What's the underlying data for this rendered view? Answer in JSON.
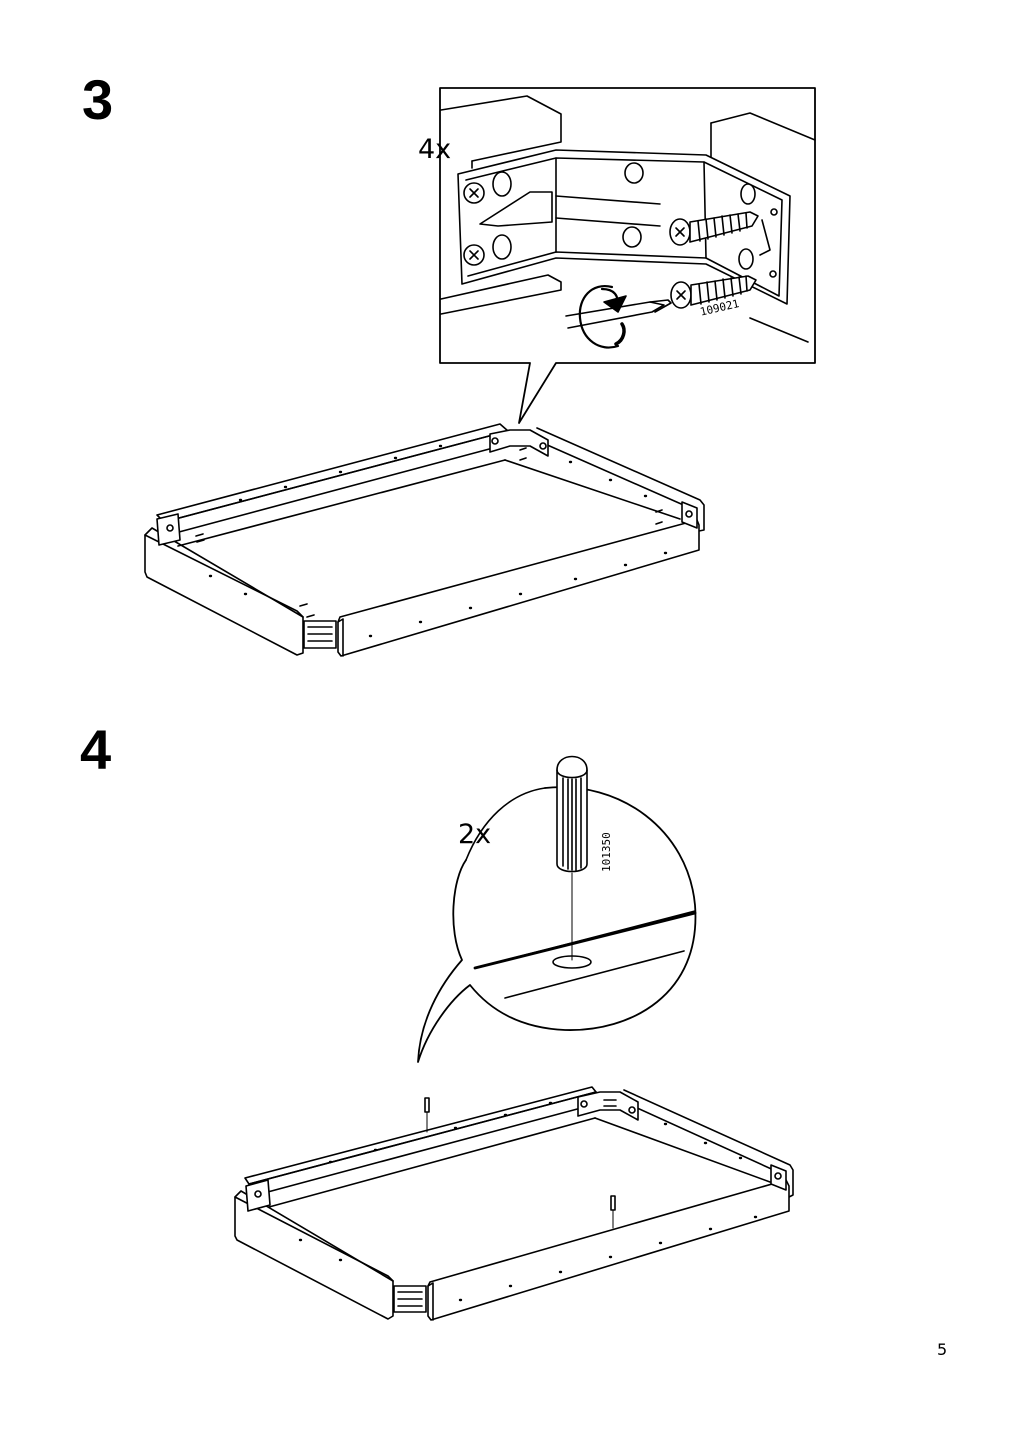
{
  "steps": [
    {
      "number": "3",
      "quantity": "4x",
      "part_number": "109021",
      "icon": "screw-icon"
    },
    {
      "number": "4",
      "quantity": "2x",
      "part_number": "101350",
      "icon": "wooden-dowel-icon"
    }
  ],
  "page_number": "5"
}
